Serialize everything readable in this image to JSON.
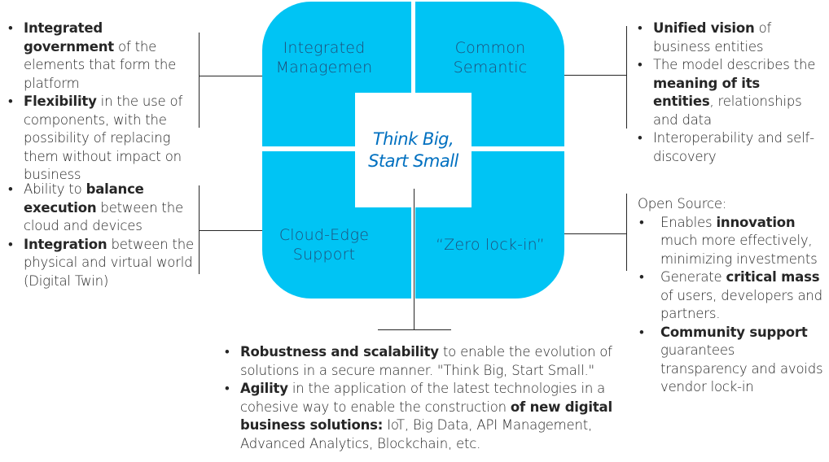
{
  "quadrants": {
    "top_left": "Integrated Managemen",
    "top_right": "Common Semantic",
    "bottom_left": "Cloud-Edge Support",
    "bottom_right": "“Zero lock-in”"
  },
  "center": {
    "line1": "Think Big,",
    "line2": "Start Small"
  },
  "left_top": {
    "items": [
      {
        "bold": "Integrated government",
        "rest": " of the elements that form the platform"
      },
      {
        "bold": "Flexibility",
        "rest": " in the use of components, with the possibility of replacing them without impact on business"
      }
    ]
  },
  "left_bottom": {
    "items": [
      {
        "pre": "Ability to ",
        "bold": "balance execution",
        "rest": " between the cloud and devices"
      },
      {
        "bold": "Integration",
        "rest": " between the physical and virtual world (Digital Twin)"
      }
    ]
  },
  "right_top": {
    "items": [
      {
        "bold": "Unified vision",
        "rest": " of business entities"
      },
      {
        "pre": "The model describes the ",
        "bold": "meaning of its entities",
        "rest": ", relationships and data"
      },
      {
        "pre": "Interoperability and self-discovery"
      }
    ]
  },
  "right_bottom": {
    "title": "Open Source:",
    "items": [
      {
        "pre": "Enables ",
        "bold": "innovation",
        "rest": " much more effectively, minimizing investments"
      },
      {
        "pre": "Generate ",
        "bold": "critical mass",
        "rest": " of users, developers and partners."
      },
      {
        "bold": "Community support",
        "rest": " guarantees transparency and avoids vendor lock-in"
      }
    ]
  },
  "bottom": {
    "items": [
      {
        "bold": "Robustness and scalability",
        "rest": " to enable the evolution of solutions in a secure manner. \"Think Big, Start Small.\""
      },
      {
        "bold": "Agility",
        "rest1": " in the application of the latest technologies in a cohesive way to enable the construction ",
        "bold2": "of new digital business solutions:",
        "rest2": " IoT, Big Data, API Management, Advanced Analytics, Blockchain, etc."
      }
    ]
  }
}
